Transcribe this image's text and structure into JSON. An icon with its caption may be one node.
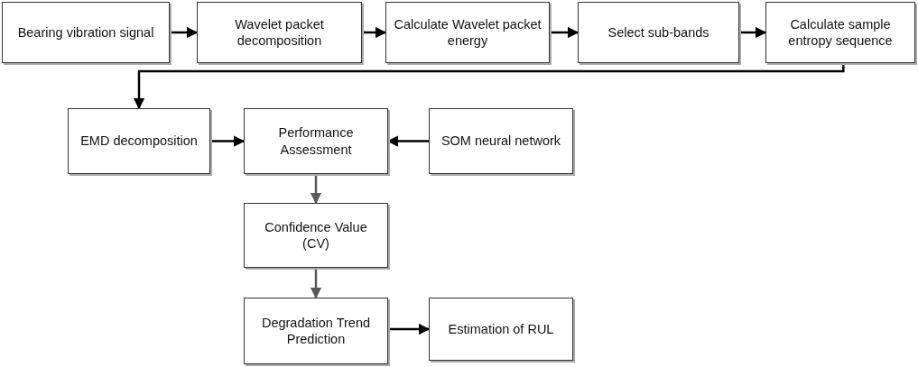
{
  "diagram": {
    "nodes": [
      {
        "text": [
          "Bearing vibration signal"
        ]
      },
      {
        "text": [
          "Wavelet packet decomposition"
        ]
      },
      {
        "text": [
          "Calculate Wavelet packet  energy"
        ]
      },
      {
        "text": [
          "Select sub-bands"
        ]
      },
      {
        "text": [
          "Calculate sample entropy sequence"
        ]
      },
      {
        "text": [
          "EMD decomposition"
        ]
      },
      {
        "text": [
          "Performance Assessment"
        ]
      },
      {
        "text": [
          "SOM neural network"
        ]
      },
      {
        "text": [
          "Confidence Value (CV)"
        ]
      },
      {
        "text": [
          "Degradation Trend Prediction"
        ]
      },
      {
        "text": [
          "Estimation of RUL"
        ]
      }
    ],
    "edges": [
      {
        "from": 0,
        "to": 1,
        "arrow": "to"
      },
      {
        "from": 1,
        "to": 2,
        "arrow": "to"
      },
      {
        "from": 2,
        "to": 3,
        "arrow": "to"
      },
      {
        "from": 3,
        "to": 4,
        "arrow": "to"
      },
      {
        "from": 4,
        "to": 5,
        "arrow": "to"
      },
      {
        "from": 5,
        "to": 6,
        "arrow": "to"
      },
      {
        "from": 7,
        "to": 6,
        "arrow": "to"
      },
      {
        "from": 6,
        "to": 8,
        "arrow": "to",
        "color": "#595959"
      },
      {
        "from": 8,
        "to": 9,
        "arrow": "to",
        "color": "#595959"
      },
      {
        "from": 9,
        "to": 10,
        "arrow": "to"
      }
    ]
  }
}
